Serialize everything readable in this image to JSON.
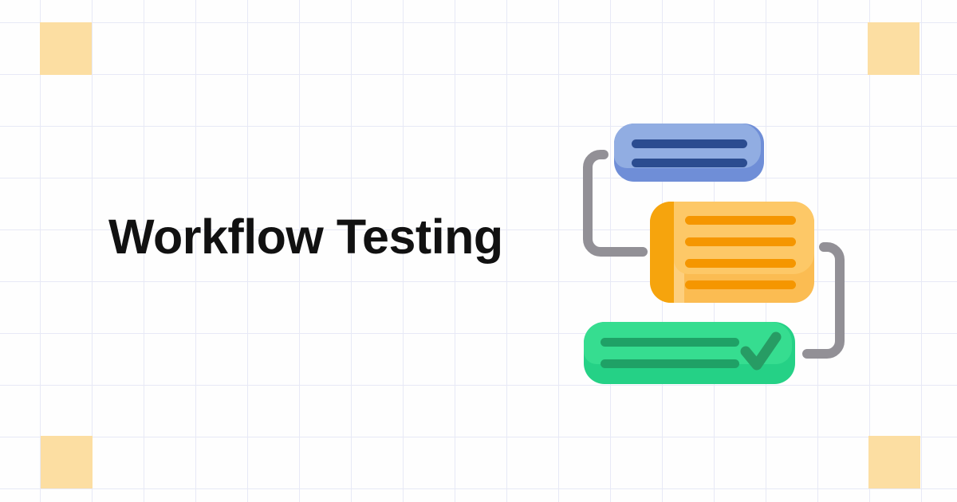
{
  "page": {
    "title": "Workflow Testing"
  },
  "colors": {
    "background": "#FEFEFE",
    "grid_line": "#E7E9F6",
    "corner_square": "#FCDEA2",
    "title_color": "#111111",
    "connector_gray": "#929096",
    "blue_base": "#6F8ED7",
    "blue_highlight": "#91ADE2",
    "blue_stripe": "#2B4C90",
    "orange_strip": "#F6A40D",
    "orange_base": "#FBBC52",
    "orange_highlight": "#FDC867",
    "orange_column": "#FDCF7E",
    "orange_stripe": "#F59600",
    "green_base": "#25D186",
    "green_highlight": "#36DD90",
    "green_stripe": "#1FA166",
    "green_check": "#279C64"
  },
  "illustration": {
    "description": "flow-diagram",
    "icons": [
      "task-card-blue",
      "task-card-orange",
      "task-card-green-done",
      "checkmark-icon",
      "connector-elbow-left",
      "connector-elbow-right"
    ],
    "blue_card_stripes": 2,
    "orange_card_stripes": 4,
    "green_card_stripes": 2,
    "corner_squares": 4
  }
}
